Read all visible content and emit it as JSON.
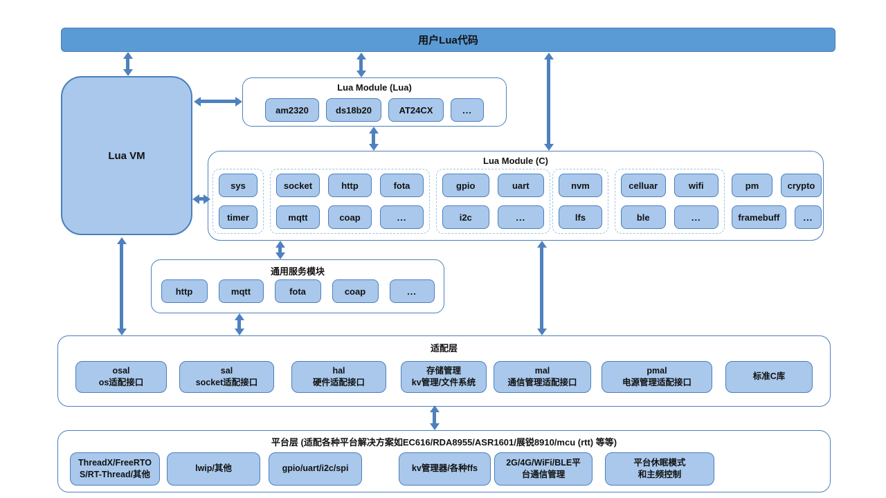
{
  "colors": {
    "bar_fill": "#5B9BD5",
    "box_fill": "#A9C8EB",
    "box_border": "#4A7EBD",
    "dashed_border": "#9CC3E6",
    "arrow": "#4E81BD"
  },
  "top_bar": {
    "label": "用户Lua代码"
  },
  "lua_vm": {
    "label": "Lua VM"
  },
  "lua_module_lua": {
    "title": "Lua Module (Lua)",
    "modules": [
      "am2320",
      "ds18b20",
      "AT24CX",
      "..."
    ]
  },
  "lua_module_c": {
    "title": "Lua Module (C)",
    "groups": [
      {
        "rows": [
          [
            "sys"
          ],
          [
            "timer"
          ]
        ]
      },
      {
        "rows": [
          [
            "socket",
            "http",
            "fota"
          ],
          [
            "mqtt",
            "coap",
            "..."
          ]
        ]
      },
      {
        "rows": [
          [
            "gpio",
            "uart"
          ],
          [
            "i2c",
            "..."
          ]
        ]
      },
      {
        "rows": [
          [
            "nvm"
          ],
          [
            "lfs"
          ]
        ]
      },
      {
        "rows": [
          [
            "celluar",
            "wifi"
          ],
          [
            "ble",
            "..."
          ]
        ]
      },
      {
        "rows": [
          [
            "pm",
            "crypto"
          ],
          [
            "framebuff",
            "..."
          ]
        ]
      }
    ]
  },
  "common_services": {
    "title": "通用服务模块",
    "modules": [
      "http",
      "mqtt",
      "fota",
      "coap",
      "..."
    ]
  },
  "adapter_layer": {
    "title": "适配层",
    "modules": [
      {
        "lines": [
          "osal",
          "os适配接口"
        ]
      },
      {
        "lines": [
          "sal",
          "socket适配接口"
        ]
      },
      {
        "lines": [
          "hal",
          "硬件适配接口"
        ]
      },
      {
        "lines": [
          "存储管理",
          "kv管理/文件系统"
        ]
      },
      {
        "lines": [
          "mal",
          "通信管理适配接口"
        ]
      },
      {
        "lines": [
          "pmal",
          "电源管理适配接口"
        ]
      },
      {
        "lines": [
          "标准C库"
        ]
      }
    ]
  },
  "platform_layer": {
    "title": "平台层 (适配各种平台解决方案如EC616/RDA8955/ASR1601/展锐8910/mcu (rtt) 等等)",
    "modules": [
      {
        "lines": [
          "ThreadX/FreeRTO",
          "S/RT-Thread/其他"
        ]
      },
      {
        "lines": [
          "lwip/其他"
        ]
      },
      {
        "lines": [
          "gpio/uart/i2c/spi"
        ]
      },
      {
        "lines": [
          "kv管理器/各种ffs"
        ]
      },
      {
        "lines": [
          "2G/4G/WiFi/BLE平",
          "台通信管理"
        ]
      },
      {
        "lines": [
          "平台休眠模式",
          "和主频控制"
        ]
      }
    ]
  }
}
